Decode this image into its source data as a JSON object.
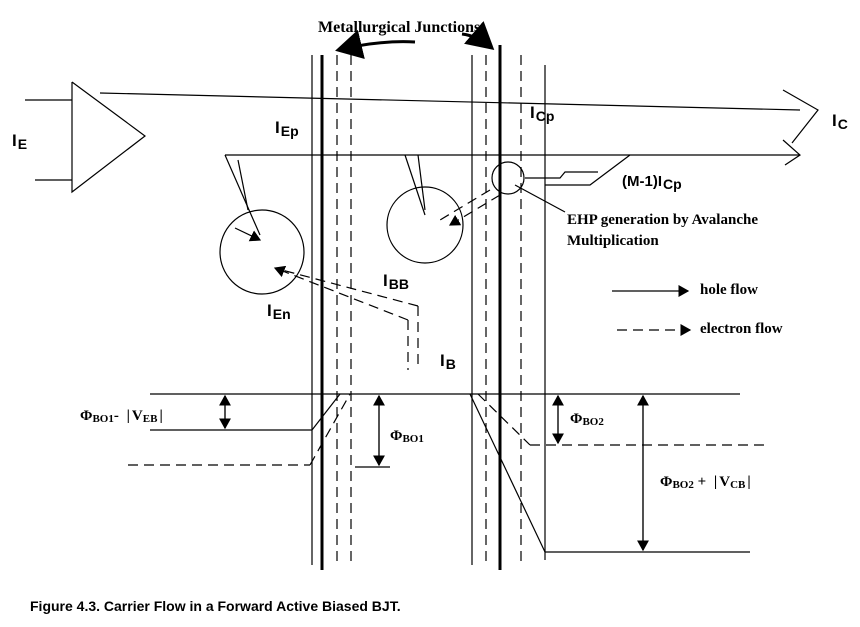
{
  "title": "Metallurgical Junctions",
  "caption": "Figure 4.3. Carrier Flow in a Forward Active Biased BJT.",
  "currents": {
    "ie": {
      "main": "I",
      "sub": "E"
    },
    "iep": {
      "main": "I",
      "sub": "Ep"
    },
    "icp": {
      "main": "I",
      "sub": "Cp"
    },
    "ic": {
      "main": "I",
      "sub": "C"
    },
    "m1icp": {
      "pre": "(M-1)I",
      "sub": "Cp"
    },
    "ibb": {
      "main": "I",
      "sub": "BB"
    },
    "ien": {
      "main": "I",
      "sub": "En"
    },
    "ib": {
      "main": "I",
      "sub": "B"
    }
  },
  "ehp": {
    "line1": "EHP generation by Avalanche",
    "line2": "Multiplication"
  },
  "legend": {
    "hole": "hole flow",
    "electron": "electron flow"
  },
  "barriers": {
    "phi": "Φ",
    "bo1": "BO1",
    "bo2": "BO2",
    "veb_minus": "-",
    "veb": "V",
    "veb_sub": "EB",
    "vcb_plus": " + ",
    "vcb": "V",
    "vcb_sub": "CB",
    "bar": "|"
  }
}
